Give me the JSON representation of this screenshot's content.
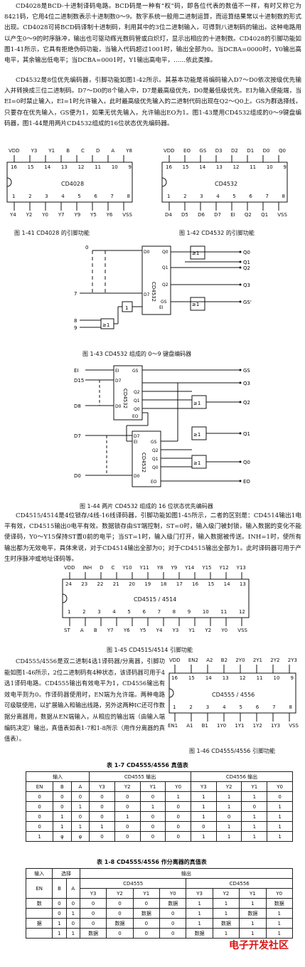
{
  "paragraphs": {
    "p1": "CD4028是BCD-十进制译码电路。BCD码是一种有“权”码，即各位代表的数值不一样，有时又称它为8421码，它用4位二进制数表示十进制数0～9。数字系统一般用二进制运算，而运算结果常以十进制数的形式出现。CD4028可将BCD码译制十进制码，利用其中的3位二进制输入，可得到八进制码的输出。这种电路用以产生0～9的时序脉冲，输出也可驱动辉光数码管或白炽灯，显示出相应的十进制数。CD4028的引脚功能如图1-41所示，它具有拒绝伪码功能，当输入代码超过1001时，输出全部为0。当DCBA=0000时，Y0输出高电平，其余输出低电平；当DCBA=0001时，Y1输出高电平，……依此类推。",
    "p2": "CD4532是8位优先编码器，引脚功能如图1-42所示。其基本功能是将编码输入D7～D0依次按级优先输入并转换成三位二进制码。D7～D0的8个输入中，D7是最高级优先，D0是最低级优先。EI为输入使能端，当EI=0时禁止输入，EI=1时允许输入，此时最高级优先输入的二进制代码出现在Q2～Q0上。GS为群选择线，只要存在优先输入，GS便为1，如果无优先输入，允许输出EO为1。图1-43是用CD4532组成的0～9键盘编码器，图1-44是用两片CD4532组成的16位状态优先编码器。",
    "p3": "CD4515/4514是4位锁存/4线-16线译码器，引脚功能如图1-45所示，二者的区别是：CD4514输出1电平有效，CD4515输出0电平有效。数据锁存由ST端控制，ST=0时，输入级门被封锁，输入数据的变化不能使译码，Y0～Y15保持ST置0前的电平；当ST=1时，输入级门打开，输入数据被传送。INH=1时，使所有输出都为无效电平，具体来说，对于CD4514输出全部为0；对于CD4515输出全部为1。此时译码器可用于产生时序脉冲或地址译码等。",
    "p4": "CD4555/4556是双二进制4选1译码器/分离器，引脚功能如图1-46所示，2位二进制码有4种状态，该译码器可用于4选1译码电路。CD4555输出有效电平为1，CD4556输出有效电平则为0。作译码器使用时，EN端为允许端。两种电路可级联使用，以扩展输入和输出线路，另外这两种IC还可作数据分离器用，数据从EN端输入，从相应的输出端（由输入端编码决定）输出，真值表如表1-7和1-8所示（用作分离器的真值表）。"
  },
  "captions": {
    "fig141": "图 1-41   CD4028 的引脚功能",
    "fig142": "图 1-42   CD4532 的引脚功能",
    "fig143": "图 1-43   CD4532 组成的 0～9 键盘编码器",
    "fig144": "图 1-44   两片 CD4532 组成的 16 位状态优先编码器",
    "fig145": "图 1-45   CD4515/4514 引脚功能",
    "fig146": "图 1-46   CD4555/4556 引脚功能"
  },
  "chips": {
    "cd4028": {
      "name": "CD4028",
      "top_labels": [
        "VDD",
        "Y3",
        "Y1",
        "B",
        "C",
        "D",
        "A",
        "Y8"
      ],
      "top_nums": [
        "16",
        "15",
        "14",
        "13",
        "12",
        "11",
        "10",
        "9"
      ],
      "bot_nums": [
        "1",
        "2",
        "3",
        "4",
        "5",
        "6",
        "7",
        "8"
      ],
      "bot_labels": [
        "Y4",
        "Y2",
        "Y0",
        "Y7",
        "Y9",
        "Y5",
        "Y6",
        "VSS"
      ]
    },
    "cd4532": {
      "name": "CD4532",
      "top_labels": [
        "VDD",
        "EO",
        "GS",
        "D3",
        "D2",
        "D1",
        "D0",
        "Q0"
      ],
      "top_nums": [
        "16",
        "15",
        "14",
        "13",
        "12",
        "11",
        "10",
        "9"
      ],
      "bot_nums": [
        "1",
        "2",
        "3",
        "4",
        "5",
        "6",
        "7",
        "8"
      ],
      "bot_labels": [
        "D4",
        "D5",
        "D6",
        "D7",
        "EI",
        "Q2",
        "Q1",
        "VSS"
      ]
    },
    "cd4515": {
      "name": "CD4515 / 4514",
      "top_labels": [
        "VDD",
        "INH",
        "D",
        "C",
        "Y10",
        "Y11",
        "Y8",
        "Y9",
        "Y14",
        "Y15",
        "Y12",
        "Y13"
      ],
      "top_nums": [
        "24",
        "23",
        "22",
        "21",
        "20",
        "19",
        "18",
        "17",
        "16",
        "15",
        "14",
        "13"
      ],
      "bot_nums": [
        "1",
        "2",
        "3",
        "4",
        "5",
        "6",
        "7",
        "8",
        "9",
        "10",
        "11",
        "12"
      ],
      "bot_labels": [
        "ST",
        "A",
        "B",
        "Y7",
        "Y6",
        "Y5",
        "Y4",
        "Y3",
        "Y1",
        "Y2",
        "Y0",
        "VSS"
      ]
    },
    "cd4555": {
      "name": "CD4555 / 4556",
      "top_labels": [
        "VDD",
        "EN2",
        "A2",
        "B2",
        "2Y0",
        "2Y1",
        "2Y2",
        "2Y3"
      ],
      "top_nums": [
        "16",
        "15",
        "14",
        "13",
        "12",
        "11",
        "10",
        "9"
      ],
      "bot_nums": [
        "1",
        "2",
        "3",
        "4",
        "5",
        "6",
        "7",
        "8"
      ],
      "bot_labels": [
        "EN1",
        "A1",
        "B1",
        "1Y0",
        "1Y1",
        "1Y2",
        "1Y3",
        "VSS"
      ]
    }
  },
  "circuit143": {
    "chip": "CD4532",
    "pins_left": [
      "D0",
      "D7",
      "EI"
    ],
    "pins_right": [
      "Q0",
      "Q1",
      "Q2",
      "GS"
    ],
    "gate_label": "≥1",
    "inv_label": "1",
    "in_labels": [
      "0",
      "7",
      "8",
      "9"
    ],
    "out_labels": [
      "Q0",
      "Q1",
      "Q2",
      "Q3",
      "GS'"
    ]
  },
  "circuit144": {
    "chip": "CD4532",
    "left_labels": [
      "EI",
      "D15",
      "D8",
      "D7",
      "D0"
    ],
    "pins_top": [
      "EI",
      "D7",
      "D0",
      "GS",
      "Q2",
      "Q1",
      "Q0",
      "EO"
    ],
    "out_labels": [
      "GS",
      "Q3",
      "Q2",
      "Q1",
      "Q0",
      "EO"
    ],
    "gate_label": "≥1"
  },
  "table17": {
    "title": "表 1-7   CD4555/4556 真值表",
    "group_headers": [
      "输入",
      "CD4555 输出",
      "CD4556 输出"
    ],
    "columns": [
      "EN",
      "B",
      "A",
      "Y3",
      "Y2",
      "Y1",
      "Y0",
      "Y3",
      "Y2",
      "Y1",
      "Y0"
    ],
    "rows": [
      [
        "0",
        "0",
        "0",
        "0",
        "0",
        "0",
        "1",
        "1",
        "1",
        "1",
        "0"
      ],
      [
        "0",
        "0",
        "1",
        "0",
        "0",
        "1",
        "0",
        "1",
        "1",
        "0",
        "1"
      ],
      [
        "0",
        "1",
        "0",
        "0",
        "1",
        "0",
        "0",
        "1",
        "0",
        "1",
        "1"
      ],
      [
        "0",
        "1",
        "1",
        "1",
        "0",
        "0",
        "0",
        "0",
        "1",
        "1",
        "1"
      ],
      [
        "1",
        "φ",
        "φ",
        "0",
        "0",
        "0",
        "0",
        "1",
        "1",
        "1",
        "1"
      ]
    ]
  },
  "table18": {
    "title": "表 1-8   CD4555/4556 作分离器的真值表",
    "h_input": "输入",
    "h_select": "选择",
    "h_output": "输出",
    "h_cd4555": "CD4555",
    "h_cd4556": "CD4556",
    "columns": [
      "EN",
      "B",
      "A",
      "Y3",
      "Y2",
      "Y1",
      "Y0",
      "Y3",
      "Y2",
      "Y1",
      "Y0"
    ],
    "rows": [
      [
        "数",
        "0",
        "0",
        "0",
        "0",
        "0",
        "数据",
        "1",
        "1",
        "1",
        "数据"
      ],
      [
        "",
        "0",
        "1",
        "0",
        "0",
        "数据",
        "0",
        "1",
        "1",
        "数据",
        "1"
      ],
      [
        "据",
        "1",
        "0",
        "0",
        "数据",
        "0",
        "0",
        "1",
        "数据",
        "1",
        "1"
      ],
      [
        "",
        "1",
        "1",
        "数据",
        "0",
        "0",
        "0",
        "数据",
        "1",
        "1",
        "1"
      ]
    ]
  },
  "watermark": "电子开发社区"
}
